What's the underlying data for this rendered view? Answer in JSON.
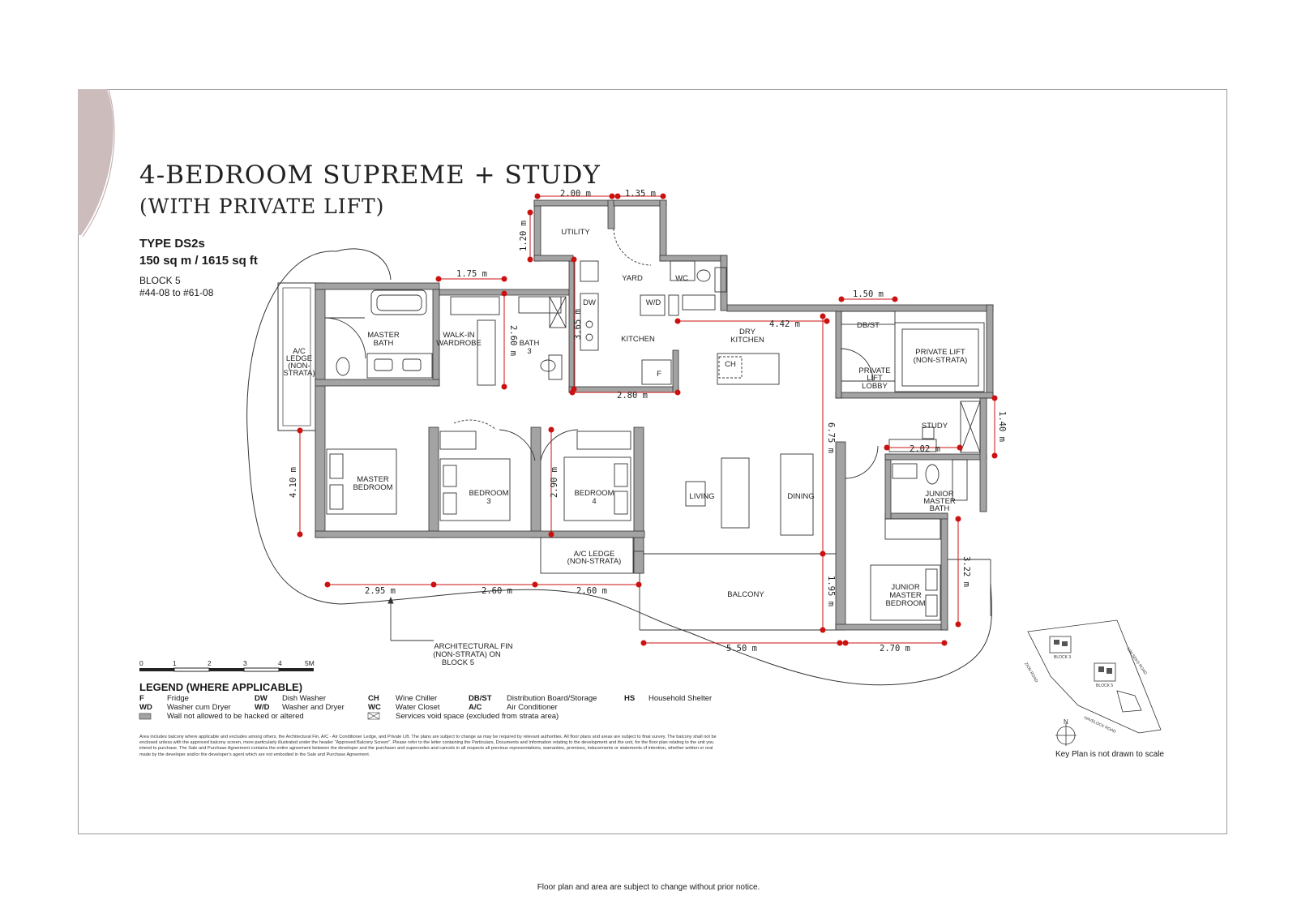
{
  "header": {
    "title_line1": "4-BEDROOM SUPREME + STUDY",
    "title_line2": "(WITH PRIVATE LIFT)",
    "type_name": "TYPE DS2s",
    "type_area": "150 sq m / 1615 sq ft",
    "block": "BLOCK 5",
    "units": "#44-08 to #61-08"
  },
  "rooms": {
    "utility": "UTILITY",
    "yard": "YARD",
    "wc": "WC",
    "wd": "W/D",
    "dw": "DW",
    "kitchen": "KITCHEN",
    "fridge": "F",
    "dry_kitchen_1": "DRY",
    "dry_kitchen_2": "KITCHEN",
    "wine_chiller": "CH",
    "dbst": "DB/ST",
    "private_lift_1": "PRIVATE LIFT",
    "private_lift_2": "(NON-STRATA)",
    "lobby_1": "PRIVATE",
    "lobby_2": "LIFT",
    "lobby_3": "LOBBY",
    "master_bath_1": "MASTER",
    "master_bath_2": "BATH",
    "walkin_1": "WALK-IN",
    "walkin_2": "WARDROBE",
    "bath3_1": "BATH",
    "bath3_2": "3",
    "ac_ledge_left_1": "A/C",
    "ac_ledge_left_2": "LEDGE",
    "ac_ledge_left_3": "(NON-",
    "ac_ledge_left_4": "STRATA)",
    "master_bed_1": "MASTER",
    "master_bed_2": "BEDROOM",
    "bed3_1": "BEDROOM",
    "bed3_2": "3",
    "bed4_1": "BEDROOM",
    "bed4_2": "4",
    "living": "LIVING",
    "dining": "DINING",
    "study": "STUDY",
    "jr_bath_1": "JUNIOR",
    "jr_bath_2": "MASTER",
    "jr_bath_3": "BATH",
    "ac_ledge_mid_1": "A/C LEDGE",
    "ac_ledge_mid_2": "(NON-STRATA)",
    "balcony": "BALCONY",
    "jr_bed_1": "JUNIOR",
    "jr_bed_2": "MASTER",
    "jr_bed_3": "BEDROOM",
    "arch_fin_1": "ARCHITECTURAL FIN",
    "arch_fin_2": "(NON-STRATA) ON",
    "arch_fin_3": "BLOCK 5"
  },
  "dimensions": {
    "d_2_00": "2.00 m",
    "d_1_35": "1.35 m",
    "d_1_20": "1.20 m",
    "d_1_75": "1.75 m",
    "d_2_60_v": "2.60 m",
    "d_3_65": "3.65 m",
    "d_4_42": "4.42 m",
    "d_1_50": "1.50 m",
    "d_2_80": "2.80 m",
    "d_1_40": "1.40 m",
    "d_6_75": "6.75 m",
    "d_2_02": "2.02 m",
    "d_4_10": "4.10 m",
    "d_2_90": "2.90 m",
    "d_3_22": "3.22 m",
    "d_1_95": "1.95 m",
    "d_2_95": "2.95 m",
    "d_2_60_a": "2.60 m",
    "d_2_60_b": "2.60 m",
    "d_5_50": "5.50 m",
    "d_2_70": "2.70 m"
  },
  "scale_bar": {
    "labels": [
      "0",
      "1",
      "2",
      "3",
      "4",
      "5M"
    ]
  },
  "legend": {
    "title": "LEGEND (WHERE APPLICABLE)",
    "items": [
      {
        "code": "F",
        "text": "Fridge"
      },
      {
        "code": "WD",
        "text": "Washer cum Dryer"
      },
      {
        "code": "",
        "text": "Wall not allowed to be hacked or altered"
      },
      {
        "code": "DW",
        "text": "Dish Washer"
      },
      {
        "code": "W/D",
        "text": "Washer and Dryer"
      },
      {
        "code": "CH",
        "text": "Wine Chiller"
      },
      {
        "code": "WC",
        "text": "Water Closet"
      },
      {
        "code": "",
        "text": "Services void space (excluded from strata area)"
      },
      {
        "code": "DB/ST",
        "text": "Distribution Board/Storage"
      },
      {
        "code": "A/C",
        "text": "Air Conditioner"
      },
      {
        "code": "HS",
        "text": "Household Shelter"
      }
    ]
  },
  "disclaimer": "Area includes balcony where applicable and excludes among others, the Architectural Fin, A/C - Air Conditioner Ledge, and Private Lift. The plans are subject to change as may be required by relevant authorities. All floor plans and areas are subject to final survey. The balcony shall not be enclosed unless with the approved balcony screen, more particularly illustrated under the header \"Approved Balcony Screen\". Please refer to the letter containing the Particulars, Documents and Information relating to the development and the unit, for the floor plan relating to the unit you intend to purchase. The Sale and Purchase Agreement contains the entire agreement between the developer and the purchaser and supersedes and cancels in all respects all previous representations, warranties, promises, inducements or statements of intention, whether written or oral made by the developer and/or the developer's agent which are not embodied in the Sale and Purchase Agreement.",
  "key_plan": {
    "block3": "BLOCK 3",
    "block5": "BLOCK 5",
    "road_kim": "KIM SEKS ROAD",
    "road_zion": "ZION ROAD",
    "road_havelock": "HAVELOCK ROAD",
    "north": "N",
    "note": "Key Plan is not drawn to scale"
  },
  "footer": "Floor plan and area are subject to change without prior notice.",
  "colors": {
    "dimension": "#cc1111",
    "wall": "#9e9e9e",
    "swoosh": "#c9b9b9",
    "ink": "#1a1a1a"
  }
}
